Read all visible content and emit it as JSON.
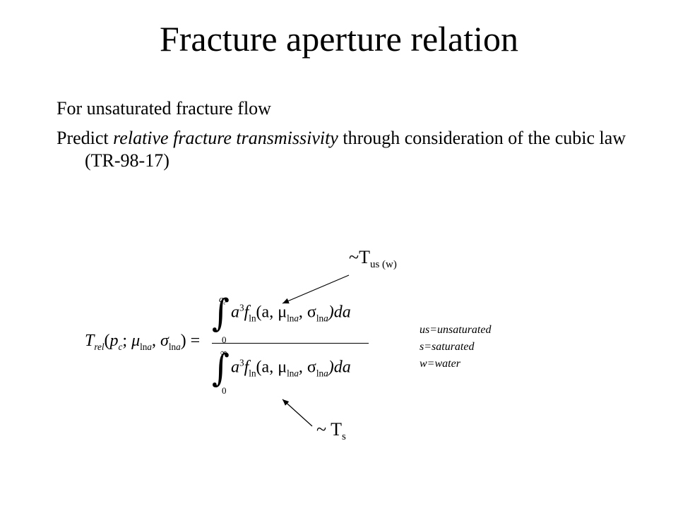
{
  "slide": {
    "title": "Fracture aperture relation"
  },
  "bullets": [
    {
      "text": "For unsaturated  fracture flow"
    },
    {
      "pre": "Predict ",
      "emph": "relative fracture transmissivity",
      "post": " through consideration of the cubic law (TR-98-17)"
    }
  ],
  "equation": {
    "lhs_symbol": "T",
    "lhs_sub": "rel",
    "lhs_args_open": "(",
    "lhs_p": "p",
    "lhs_p_sub": "c",
    "lhs_sep1": ";",
    "lhs_mu": "μ",
    "lhs_mu_sub": "ln",
    "lhs_mu_sub_it": "a",
    "lhs_comma": ",",
    "lhs_sigma": "σ",
    "lhs_sigma_sub": "ln",
    "lhs_sigma_sub_it": "a",
    "lhs_close": ") =",
    "integral_sign": "∫",
    "num_upper": "a",
    "num_upper_sub": "c",
    "num_lower": "0",
    "den_upper": "∞",
    "den_lower": "0",
    "integrand_a": "a",
    "integrand_pow": "3",
    "integrand_f": "f",
    "integrand_f_sub": "ln",
    "integrand_args": "(a, μ",
    "integrand_mu_sub": "ln",
    "integrand_mu_sub_it": "a",
    "integrand_sep": ", σ",
    "integrand_sigma_sub": "ln",
    "integrand_sigma_sub_it": "a",
    "integrand_tail": ")da"
  },
  "legend": [
    "us=unsaturated",
    "s=saturated",
    "w=water"
  ],
  "callouts": {
    "top_tilde": "~",
    "top_symbol": "T",
    "top_sub": "us (w)",
    "bottom_tilde": "~ ",
    "bottom_symbol": "T",
    "bottom_sub": "s"
  }
}
